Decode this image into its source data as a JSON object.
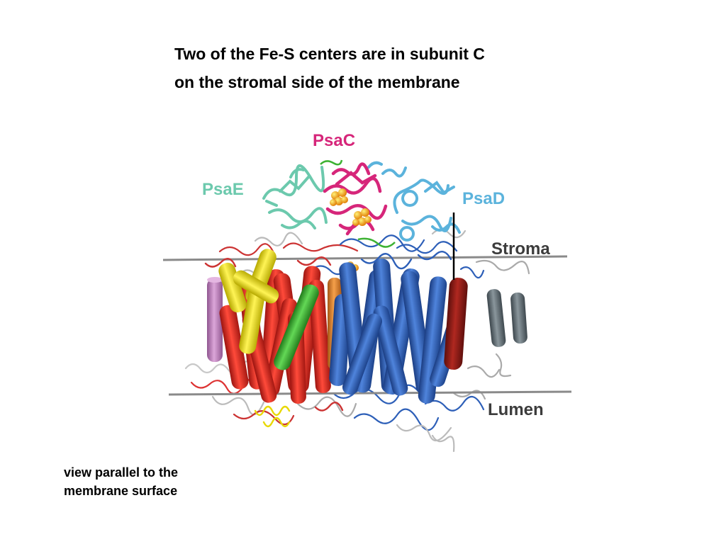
{
  "slide": {
    "title_line1": "Two of the Fe-S centers are in subunit C",
    "title_line2": "on the stromal side of the membrane",
    "caption_line1": "view parallel to the",
    "caption_line2": "membrane surface"
  },
  "figure": {
    "labels": {
      "psac": "PsaC",
      "psae": "PsaE",
      "psad": "PsaD",
      "stroma": "Stroma",
      "lumen": "Lumen"
    },
    "colors": {
      "psac": "#d6267a",
      "psae": "#6cc9ad",
      "psad": "#5bb3dc",
      "membrane_line": "#8a8a8a",
      "red_helix": "#e02a22",
      "blue_helix": "#2d5fb8",
      "yellow_helix": "#f2e21a",
      "green_helix": "#3db233",
      "purple_helix": "#c27fbf",
      "orange_helix": "#e07f2a",
      "gray_helix": "#5f6b72",
      "darkred_helix": "#8e1a16",
      "fes_cluster": "#f5a400"
    }
  }
}
